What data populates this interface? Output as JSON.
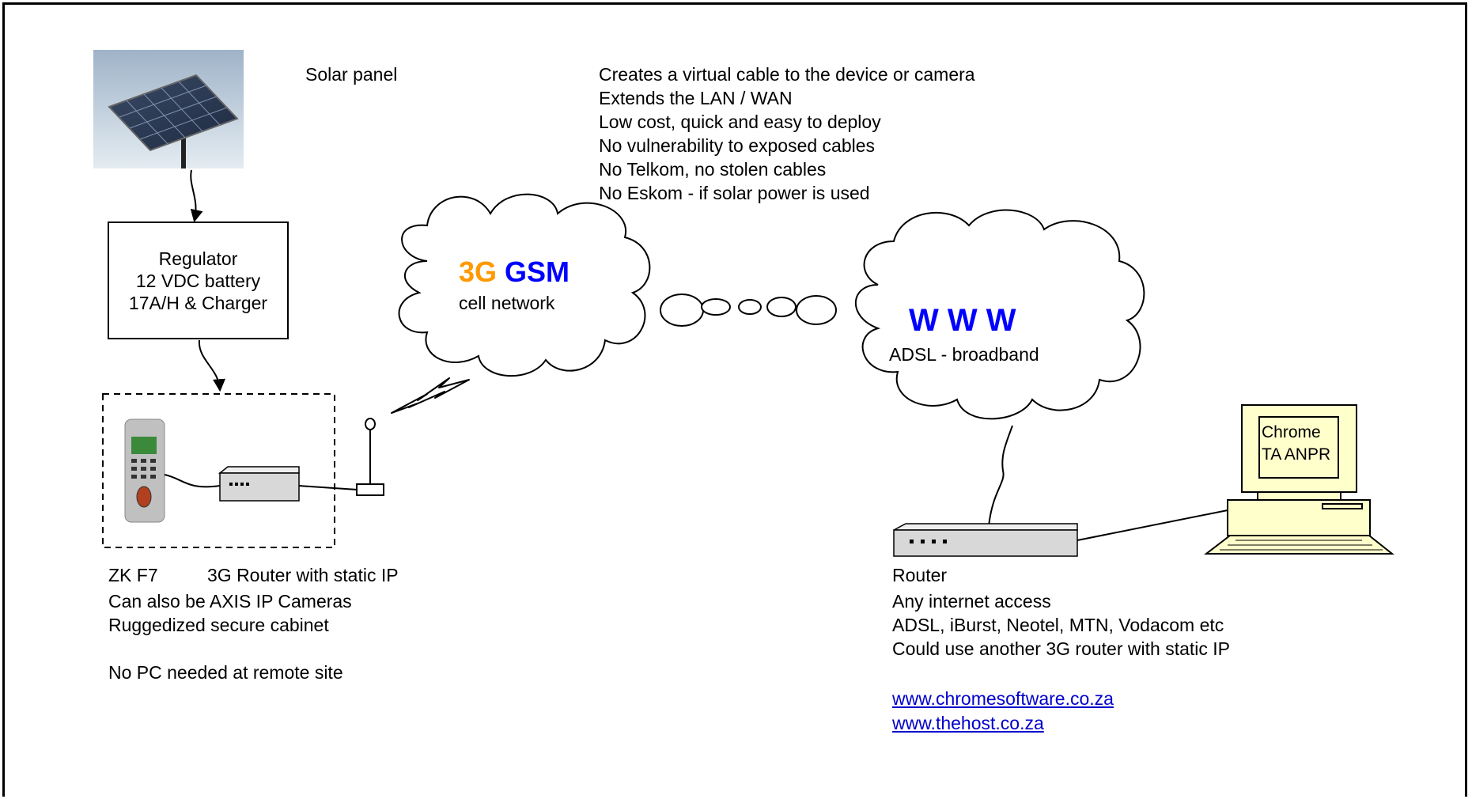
{
  "solar_panel": {
    "label": "Solar panel"
  },
  "benefits": [
    "Creates a virtual cable to the device or camera",
    "Extends the LAN / WAN",
    "Low cost, quick and easy to deploy",
    "No vulnerability to exposed cables",
    "No Telkom, no stolen cables",
    "No Eskom - if solar power is used"
  ],
  "regulator": {
    "lines": [
      "Regulator",
      "12 VDC battery",
      "17A/H & Charger"
    ]
  },
  "gsm_cloud": {
    "part1": "3G",
    "part2": "GSM",
    "sub": "cell network",
    "color1": "#ff9900",
    "color2": "#0000ff"
  },
  "www_cloud": {
    "title": "W W W",
    "sub": "ADSL - broadband",
    "color": "#0000ff"
  },
  "pc_screen": {
    "line1": "Chrome",
    "line2": "TA ANPR"
  },
  "left_notes": {
    "device": "ZK F7",
    "router": "3G Router with static IP",
    "line2": "Can also be AXIS IP Cameras",
    "line3": "Ruggedized secure cabinet",
    "line4": "No PC needed at remote site"
  },
  "right_notes": {
    "lines": [
      "Router",
      "Any internet access",
      "ADSL, iBurst, Neotel, MTN, Vodacom etc",
      "Could use another 3G router with static IP"
    ],
    "links": [
      "www.chromesoftware.co.za",
      "www.thehost.co.za"
    ]
  },
  "colors": {
    "pc_beige": "#ffffcc",
    "panel_sky": "#c8d8e8",
    "router_grey": "#d8d8d8"
  }
}
